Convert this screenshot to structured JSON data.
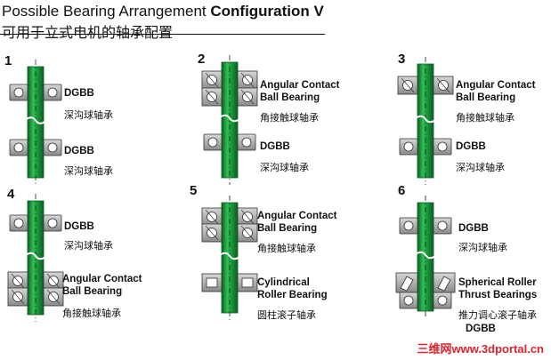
{
  "header": {
    "title_plain": "Possible Bearing Arrangement ",
    "title_bold": "Configuration V",
    "subtitle": "可用于立式电机的轴承配置"
  },
  "arrangements": [
    {
      "number": "1",
      "top_en": "DGBB",
      "top_cn": "深沟球轴承",
      "bottom_en": "DGBB",
      "bottom_cn": "深沟球轴承"
    },
    {
      "number": "2",
      "top_en": "Angular Contact\nBall Bearing",
      "top_cn": "角接触球轴承",
      "bottom_en": "DGBB",
      "bottom_cn": "深沟球轴承"
    },
    {
      "number": "3",
      "top_en": "Angular Contact\nBall Bearing",
      "top_cn": "角接触球轴承",
      "bottom_en": "DGBB",
      "bottom_cn": "深沟球轴承"
    },
    {
      "number": "4",
      "top_en": "DGBB",
      "top_cn": "深沟球轴承",
      "bottom_en": "Angular Contact\nBall Bearing",
      "bottom_cn": "角接触球轴承"
    },
    {
      "number": "5",
      "top_en": "Angular Contact\nBall Bearing",
      "top_cn": "角接触球轴承",
      "bottom_en": "Cylindrical\nRoller Bearing",
      "bottom_cn": "圆柱滚子轴承"
    },
    {
      "number": "6",
      "top_en": "DGBB",
      "top_cn": "深沟球轴承",
      "bottom_en": "Spherical Roller\nThrust Bearings",
      "bottom_cn": "推力调心滚子轴承",
      "bottom_extra_en": "DGBB"
    }
  ],
  "watermark": "三维网www.3dportal.cn",
  "colors": {
    "shaft": "#1a9a3c",
    "shaft_dark": "#0c5e22",
    "bearing": "#7a7a7a",
    "watermark": "#e0222e"
  }
}
